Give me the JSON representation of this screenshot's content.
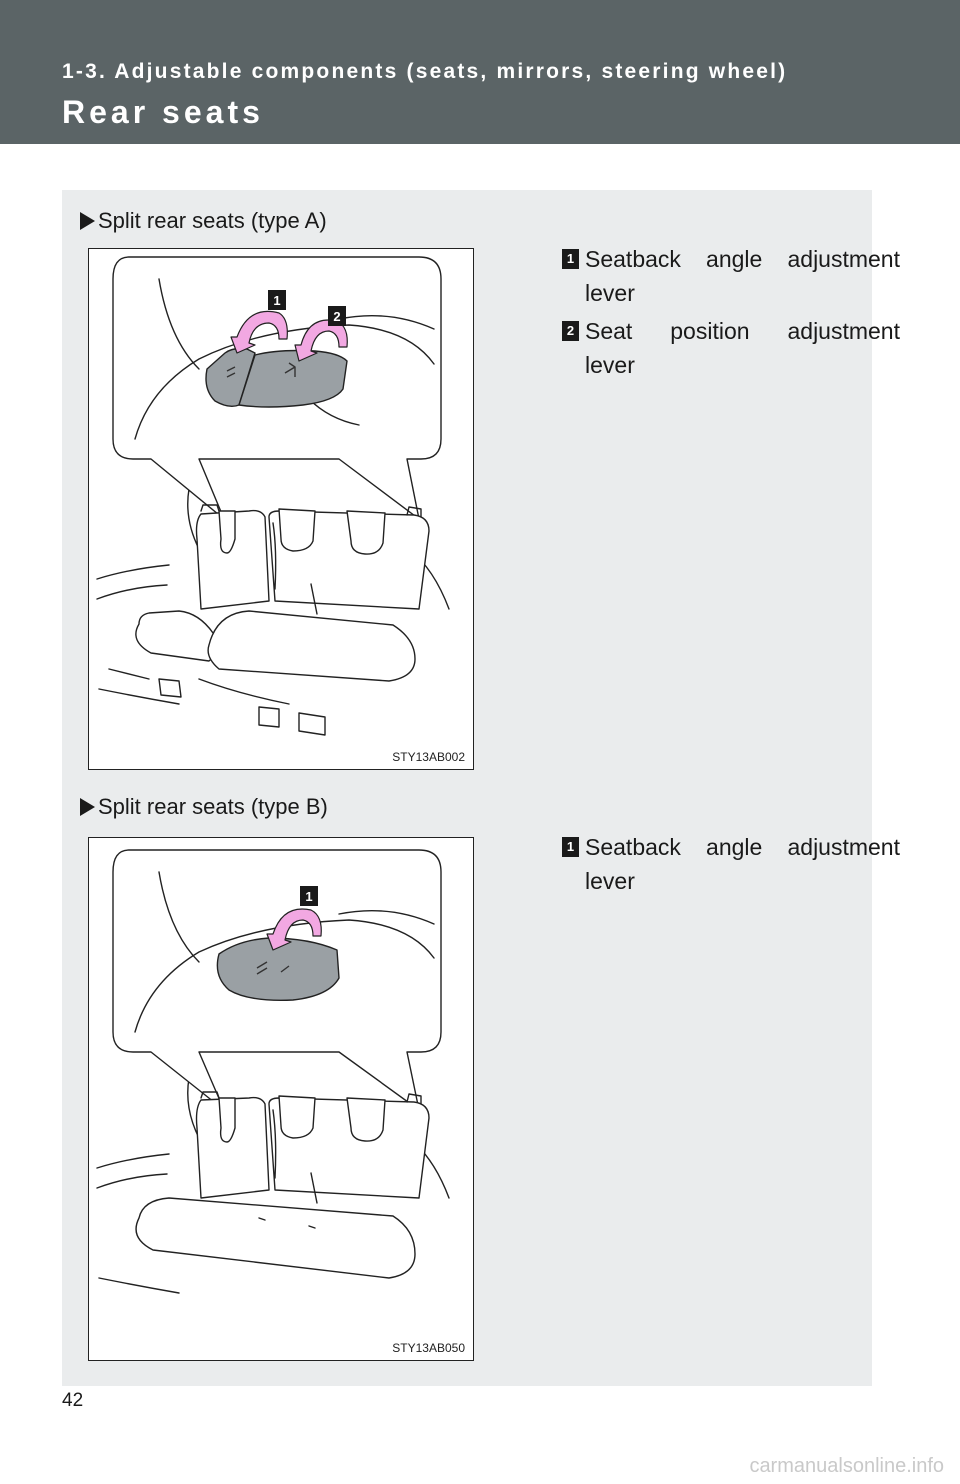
{
  "header": {
    "section": "1-3. Adjustable components (seats, mirrors, steering wheel)",
    "title": "Rear seats"
  },
  "sections": [
    {
      "heading": "Split rear seats (type A)",
      "figure_code": "STY13AB002",
      "callouts": [
        {
          "num": "1",
          "line1": "Seatback angle adjustment",
          "line2": "lever"
        },
        {
          "num": "2",
          "line1": "Seat position adjustment",
          "line2": "lever"
        }
      ]
    },
    {
      "heading": "Split rear seats (type B)",
      "figure_code": "STY13AB050",
      "callouts": [
        {
          "num": "1",
          "line1": "Seatback angle adjustment",
          "line2": "lever"
        }
      ]
    }
  ],
  "page_number": "42",
  "watermark": "carmanualsonline.info",
  "colors": {
    "header_bg": "#5b6466",
    "content_bg": "#eaeced",
    "arrow_pink": "#f2a8e2"
  }
}
